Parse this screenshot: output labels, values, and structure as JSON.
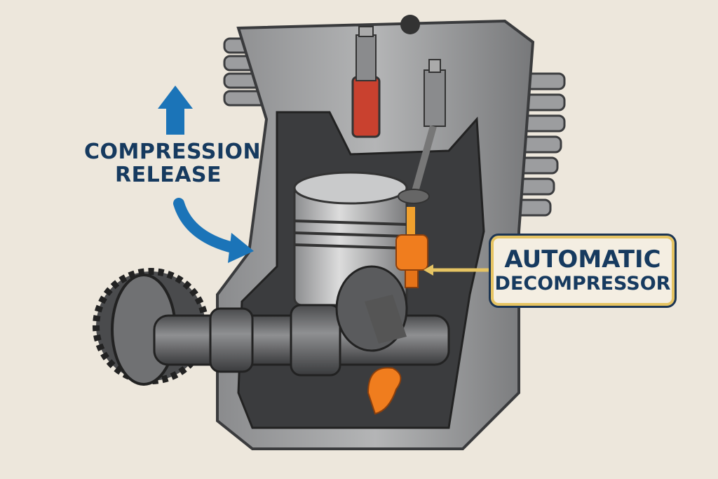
{
  "labels": {
    "compression_release": [
      "COMPRESSION",
      "RELEASE"
    ],
    "automatic_decompressor": [
      "AUTOMATIC",
      "DECOMPRESSOR"
    ]
  },
  "colors": {
    "background": "#ede7dc",
    "label_text": "#163a5f",
    "arrow_blue": "#1b74b8",
    "decompressor_orange": "#f07d1e",
    "valve_red": "#c9412f",
    "label_border_gold": "#e6c463"
  }
}
